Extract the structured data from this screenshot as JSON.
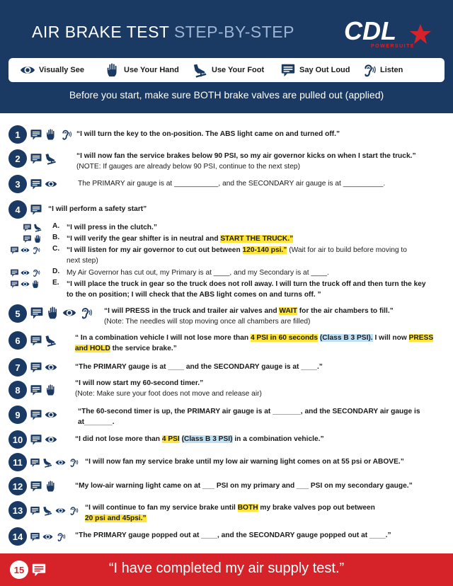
{
  "header": {
    "title_main": "AIR BRAKE TEST",
    "title_highlight": "STEP-BY-STEP",
    "logo_text": "CDL",
    "logo_subtext": "POWERSUITE",
    "before_start": "Before you start, make sure BOTH brake valves are pulled out (applied)"
  },
  "legend": [
    {
      "icon": "eye-icon",
      "label": "Visually See"
    },
    {
      "icon": "hand-icon",
      "label": "Use Your Hand"
    },
    {
      "icon": "foot-icon",
      "label": "Use Your Foot"
    },
    {
      "icon": "speech-icon",
      "label": "Say Out Loud"
    },
    {
      "icon": "ear-icon",
      "label": "Listen"
    }
  ],
  "steps": {
    "s1": {
      "num": "1",
      "text": "“I will turn the key to the on-position. The ABS light came on and turned off.”"
    },
    "s2": {
      "num": "2",
      "text": "“I will now fan the service brakes below 90 PSI, so my air governor kicks on when I start the truck.”",
      "note": " (NOTE: If gauges are already below 90 PSI, continue to the next step)"
    },
    "s3": {
      "num": "3",
      "text": "The PRIMARY air gauge is at ___________, and the SECONDARY air gauge is at __________."
    },
    "s4": {
      "num": "4",
      "text": "“I will perform a safety start”"
    },
    "s4a": {
      "letter": "A.",
      "text": "“I will press in the clutch.”"
    },
    "s4b": {
      "letter": "B.",
      "text1": "“I will verify the gear shifter is in neutral and ",
      "hl": "START THE TRUCK.”"
    },
    "s4c": {
      "letter": "C.",
      "text1": "“I will listen for my air governor to cut out between ",
      "hl": "120-140 psi.”",
      "note": " (Wait for air to build before moving to next step)"
    },
    "s4d": {
      "letter": "D.",
      "text": "My Air Governor has cut out, my Primary is at ____, and my Secondary is at ____."
    },
    "s4e": {
      "letter": "E.",
      "text": "“I will place the truck in gear so the truck does not roll away. I will turn the truck off and then turn the key to the on position; I will check that the ABS light comes on and turns off. ”"
    },
    "s5": {
      "num": "5",
      "text1": "“I will PRESS in the truck and trailer air valves and ",
      "hl": "WAIT",
      "text2": " for the air chambers to fill.”",
      "note": "(Note: The needles will stop moving once all chambers are filled)"
    },
    "s6": {
      "num": "6",
      "text1": "“ In a combination vehicle I will not lose more than ",
      "hl1": "4 PSI in 60 seconds",
      "hl2": "(Class B 3 PSI).",
      "text2": " I will now ",
      "hl3": "PRESS and HOLD",
      "text3": " the service brake.”"
    },
    "s7": {
      "num": "7",
      "text": "“The PRIMARY gauge is at ____ and the SECONDARY gauge is at ____.”"
    },
    "s8": {
      "num": "8",
      "text": "“I will now start my 60-second timer.”",
      "note": "(Note: Make sure your foot does not move and release air)"
    },
    "s9": {
      "num": "9",
      "text": "“The 60-second timer is up, the PRIMARY air gauge is at _______, and the SECONDARY air gauge is at_______."
    },
    "s10": {
      "num": "10",
      "text1": "“I did not lose more than ",
      "hl1": "4 PSI",
      "hl2": "(Class B 3 PSI)",
      "text2": " in a combination vehicle.”"
    },
    "s11": {
      "num": "11",
      "text": "“I will now fan my service brake until my low air warning light comes on at 55 psi or ABOVE.”"
    },
    "s12": {
      "num": "12",
      "text": "“My low-air warning light came on at ___ PSI on my primary and ___ PSI on my secondary gauge.”"
    },
    "s13": {
      "num": "13",
      "text1": "“I will continue to fan my service brake until ",
      "hl1": "BOTH",
      "text2": " my brake valves pop out between ",
      "hl2": "20 psi and 45psi.”"
    },
    "s14": {
      "num": "14",
      "text": "“The PRIMARY gauge popped out at ____, and the SECONDARY gauge popped out at  ____.”"
    }
  },
  "footer": {
    "num": "15",
    "text": "“I have completed my air supply test.”"
  },
  "colors": {
    "navy": "#1a3a63",
    "red": "#d6232a",
    "yellow": "#ffe53b",
    "blue_highlight": "#bfe1f6"
  }
}
